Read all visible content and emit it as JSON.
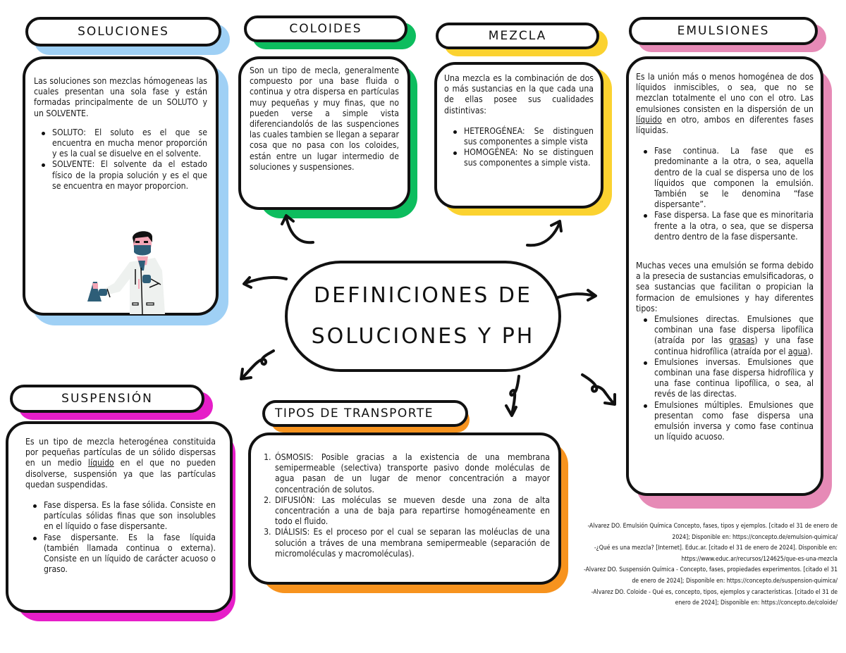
{
  "center": {
    "line1": "DEFINICIONES DE",
    "line2": "SOLUCIONES Y PH"
  },
  "colors": {
    "soluciones": "#9fd0f5",
    "coloides": "#0dbd5e",
    "mezcla": "#fbd230",
    "emulsiones": "#e68ab6",
    "suspension": "#e61ec8",
    "transporte": "#f7931e",
    "outline": "#111111"
  },
  "soluciones": {
    "title": "SOLUCIONES",
    "intro": "Las soluciones son mezclas hómogeneas las cuales presentan una sola fase y están formadas principalmente de un SOLUTO y un SOLVENTE.",
    "items": [
      "SOLUTO: El soluto es el que se encuentra en mucha menor proporción y es la cual se disuelve en el solvente.",
      "SOLVENTE: El solvente da el estado físico de la propia solución y es el que se encuentra en mayor proporcion."
    ],
    "illustration": "scientist-with-flask"
  },
  "coloides": {
    "title": "COLOIDES",
    "text": "Son un tipo de mecla, generalmente compuesto por una base fluida o continua y otra dispersa en partículas muy pequeñas y muy finas, que no pueden verse a simple vista diferenciandolós de las suspenciones las cuales tambien se llegan a separar cosa que no pasa con los coloides, están entre un lugar intermedio de soluciones y suspensiones."
  },
  "mezcla": {
    "title": "MEZCLA",
    "intro": "Una mezcla es la combinación de dos o más sustancias en la que cada una de ellas posee sus cualidades distintivas:",
    "items": [
      "HETEROGÉNEA: Se distinguen sus componentes a simple vista",
      "HOMOGÉNEA: No se distinguen sus componentes a simple vista."
    ]
  },
  "emulsiones": {
    "title": "EMULSIONES",
    "intro_a": "Es la unión más o menos homogénea de dos líquidos inmiscibles, o sea, que no se mezclan totalmente el uno con el otro. Las emulsiones consisten en la dispersión de un ",
    "intro_link": "líquido",
    "intro_b": " en otro, ambos en diferentes fases líquidas.",
    "phases": [
      "Fase continua. La fase que es predominante a la otra, o sea, aquella dentro de la cual se dispersa uno de los líquidos que componen la emulsión. También se le denomina “fase dispersante”.",
      "Fase dispersa. La fase que es minoritaria frente a la otra, o sea, que se dispersa dentro dentro de la fase dispersante."
    ],
    "para2": "Muchas veces una emulsión se forma debido a la presecia de sustancias emulsificadoras, o sea sustancias que facilitan o propician la formacion de emulsiones y hay diferentes tipos:",
    "types": {
      "directas_a": "Emulsiones directas. Emulsiones que combinan una fase dispersa lipofílica (atraída por las ",
      "directas_link1": "grasas",
      "directas_b": ") y una fase continua hidrofílica (atraída por el ",
      "directas_link2": "agua",
      "directas_c": ").",
      "inversas": "Emulsiones inversas. Emulsiones que combinan una fase dispersa hidrofílica y una fase continua lipofílica, o sea, al revés de las directas.",
      "multiples": "Emulsiones múltiples. Emulsiones que presentan como fase dispersa una emulsión inversa y como fase continua un líquido acuoso."
    }
  },
  "suspension": {
    "title": "SUSPENSIÓN",
    "intro_a": "Es un tipo de mezcla heterogénea constituida por pequeñas partículas de un sólido dispersas en un medio ",
    "intro_link": "líquido",
    "intro_b": " en el que no pueden disolverse, suspensión ya que las partículas quedan suspendidas.",
    "items": [
      "Fase dispersa. Es la fase sólida. Consiste en partículas sólidas finas que son insolubles en el líquido o fase dispersante.",
      "Fase dispersante. Es la fase líquida (también llamada continua o externa). Consiste en un líquido de carácter acuoso o graso."
    ]
  },
  "transporte": {
    "title": "TIPOS DE TRANSPORTE",
    "items": [
      "ÓSMOSIS: Posible gracias a la existencia de una membrana semipermeable (selectiva) transporte pasivo donde moléculas de agua pasan de un lugar de menor concentración a mayor concentración de solutos.",
      "DIFUSIÓN: Las moléculas se mueven desde una zona de alta concentración a una de baja para repartirse homogéneamente en todo el fluido.",
      "DIÁLISIS: Es el proceso por el cual se separan las moléuclas de una solución a tráves de una membrana semipermeable (separación de micromoléculas y macromoléculas)."
    ]
  },
  "references": [
    "-Alvarez DO. Emulsión Química Concepto, fases, tipos y ejemplos. [citado el 31 de enero de 2024]; Disponible en: https://concepto.de/emulsion-quimica/",
    "-¿Qué es una mezcla? [Internet]. Educ.ar. [citado el 31 de enero de 2024]. Disponible en: https://www.educ.ar/recursos/124625/que-es-una-mezcla",
    "-Alvarez DO. Suspensión Química - Concepto, fases, propiedades experimentos. [citado el 31 de enero de 2024]; Disponible en: https://concepto.de/suspension-quimica/",
    "-Alvarez DO. Coloide - Qué es, concepto, tipos, ejemplos y características. [citado el 31 de enero de 2024]; Disponible en: https://concepto.de/coloide/"
  ]
}
